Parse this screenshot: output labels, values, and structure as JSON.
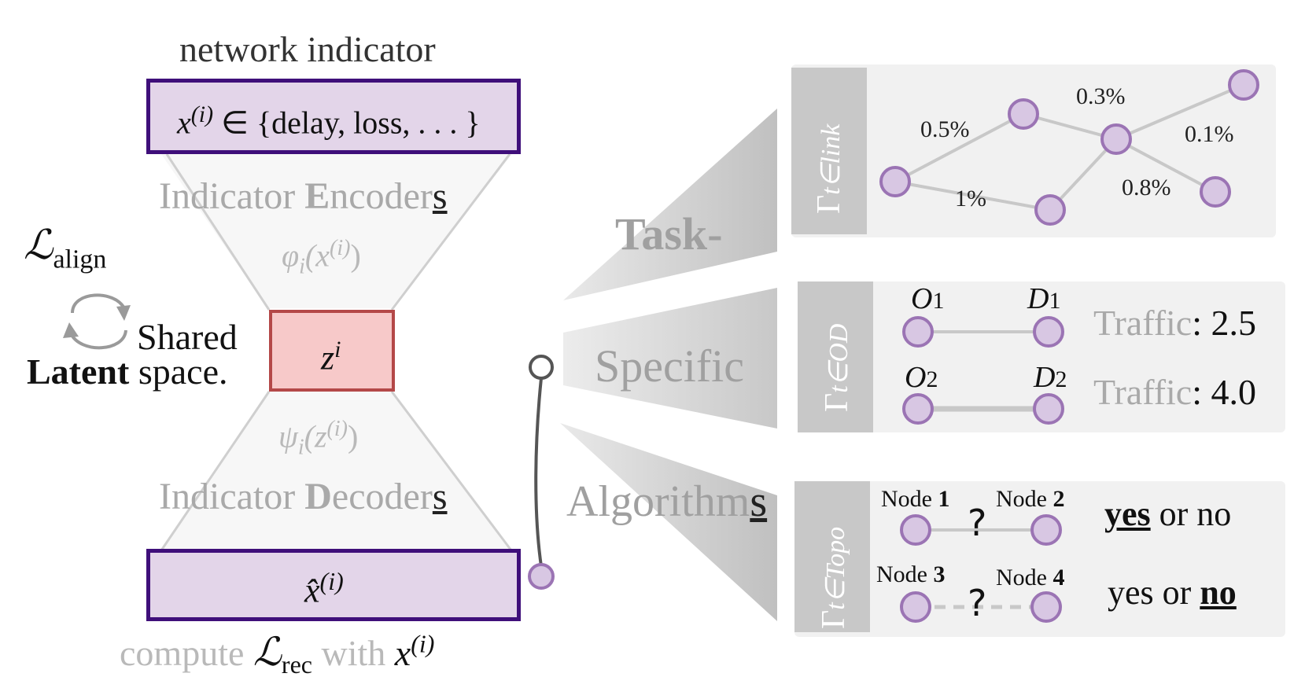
{
  "left": {
    "title": "network indicator",
    "input_var": "x",
    "input_sup": "(i)",
    "input_set": "∈ {delay, loss, . . . }",
    "encoders_a": "Indicator ",
    "encoders_b": "E",
    "encoders_c": "ncoder",
    "encoders_d": "s",
    "phi_label": "φ",
    "phi_sub": "i",
    "phi_arg": "(x",
    "phi_sup": "(i)",
    "phi_close": ")",
    "latent_var": "z",
    "latent_sup": "i",
    "psi_label": "ψ",
    "psi_sub": "i",
    "psi_arg": "(z",
    "psi_sup": "(i)",
    "psi_close": ")",
    "decoders_a": "Indicator ",
    "decoders_b": "D",
    "decoders_c": "ecoder",
    "decoders_d": "s",
    "output_var": "x̂",
    "output_sup": "(i)",
    "loss_align_L": "ℒ",
    "loss_align_sub": "align",
    "shared_a": "Shared",
    "shared_b1": "Latent",
    "shared_b2": " space.",
    "compute_a": "compute ",
    "compute_L": "ℒ",
    "compute_sub": "rec",
    "compute_b": " with ",
    "compute_var": "x",
    "compute_sup": "(i)"
  },
  "middle": {
    "task": "Task-",
    "specific": "Specific",
    "algorithms_a": "Algorithm",
    "algorithms_b": "s"
  },
  "panels": {
    "link": {
      "gamma": "Γ",
      "sub": "t∈link",
      "labels": [
        "0.5%",
        "0.3%",
        "0.1%",
        "1%",
        "0.8%"
      ]
    },
    "od": {
      "gamma": "Γ",
      "sub": "t∈OD",
      "o1": "O",
      "o1_sub": "1",
      "d1": "D",
      "d1_sub": "1",
      "o2": "O",
      "o2_sub": "2",
      "d2": "D",
      "d2_sub": "2",
      "traffic_label": "Traffic",
      "traffic1": ": 2.5",
      "traffic2": ": 4.0"
    },
    "topo": {
      "gamma": "Γ",
      "sub": "t∈Topo",
      "n1": "Node ",
      "n1b": "1",
      "n2": "Node ",
      "n2b": "2",
      "n3": "Node ",
      "n3b": "3",
      "n4": "Node ",
      "n4b": "4",
      "q": "?",
      "ans1_a": "yes",
      "ans1_b": " or no",
      "ans2_a": "yes or ",
      "ans2_b": "no"
    }
  },
  "colors": {
    "node_fill": "#d8c7e3",
    "node_stroke": "#9b74b4",
    "box_fill": "#e3d5e9",
    "box_border": "#3f0f7a",
    "latent_fill": "#f7c9c9",
    "latent_border": "#b44848"
  }
}
